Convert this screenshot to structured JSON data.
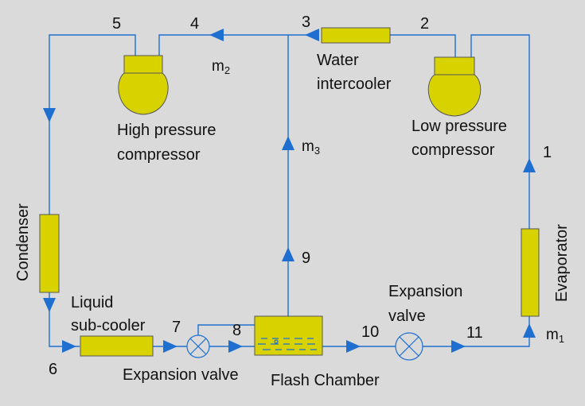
{
  "colors": {
    "background": "#dadada",
    "pipe": "#1e6fd0",
    "component_fill": "#d7d200",
    "component_stroke": "#555555",
    "text": "#111111"
  },
  "state_points": {
    "p1": "1",
    "p2": "2",
    "p3": "3",
    "p4": "4",
    "p5": "5",
    "p6": "6",
    "p7": "7",
    "p8": "8",
    "p9": "9",
    "p10": "10",
    "p11": "11"
  },
  "mass_flows": {
    "m1": {
      "base": "m",
      "sub": "1"
    },
    "m2": {
      "base": "m",
      "sub": "2"
    },
    "m3": {
      "base": "m",
      "sub": "3"
    }
  },
  "components": {
    "high_pressure_compressor": [
      "High pressure",
      "compressor"
    ],
    "low_pressure_compressor": [
      "Low pressure",
      "compressor"
    ],
    "water_intercooler": [
      "Water",
      "intercooler"
    ],
    "condenser": "Condenser",
    "evaporator": "Evaporator",
    "liquid_subcooler": [
      "Liquid",
      "sub-cooler"
    ],
    "expansion_valve_left": "Expansion valve",
    "expansion_valve_right": [
      "Expansion",
      "valve"
    ],
    "flash_chamber": "Flash Chamber"
  }
}
